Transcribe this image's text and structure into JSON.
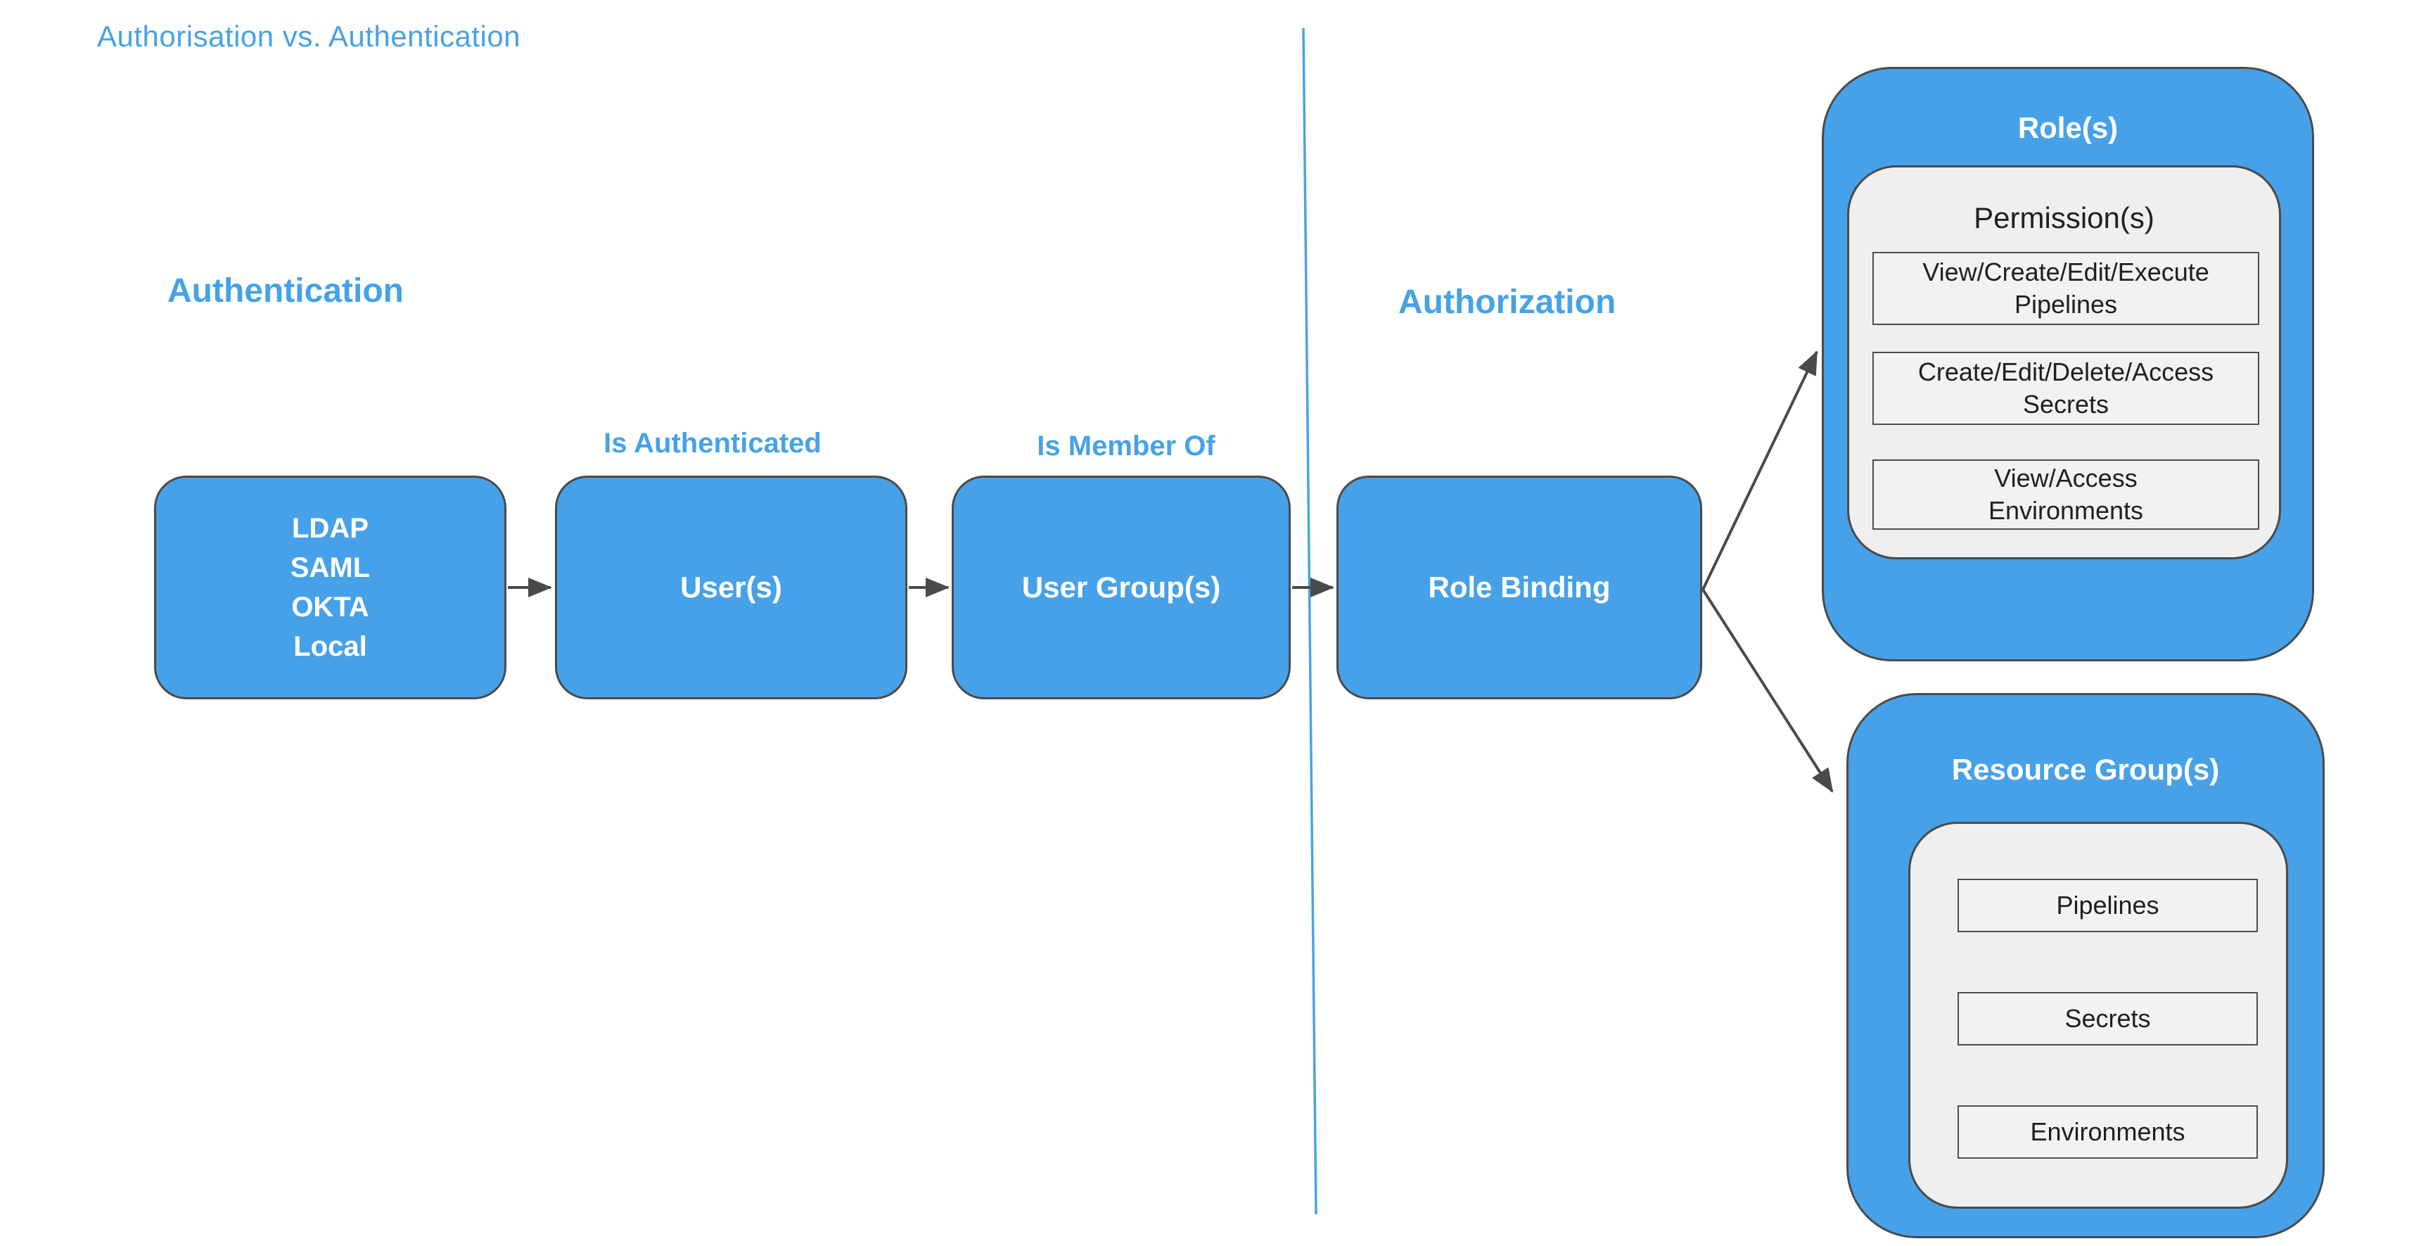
{
  "page": {
    "title": "Authorisation vs. Authentication"
  },
  "colors": {
    "accent_blue": "#47A1E8",
    "text_blue": "#46A2E8",
    "divider_blue": "#49A4DF",
    "border_dark": "#4A4A4A",
    "panel_gray": "#EFEFEF",
    "item_gray": "#F2F2F2",
    "box_text_white": "#FFFFFF",
    "text_dark": "#1F1F1F"
  },
  "authentication": {
    "heading": "Authentication",
    "provider_box": {
      "lines": [
        "LDAP",
        "SAML",
        "OKTA",
        "Local"
      ]
    },
    "users_box": {
      "label": "User(s)",
      "edge_label": "Is Authenticated"
    },
    "user_groups_box": {
      "label": "User Group(s)",
      "edge_label": "Is Member Of"
    }
  },
  "authorization": {
    "heading": "Authorization",
    "role_binding_box": {
      "label": "Role Binding"
    },
    "roles_container": {
      "title": "Role(s)",
      "permissions_title": "Permission(s)",
      "permission_items": [
        {
          "line1": "View/Create/Edit/Execute",
          "line2": "Pipelines"
        },
        {
          "line1": "Create/Edit/Delete/Access",
          "line2": "Secrets"
        },
        {
          "line1": "View/Access",
          "line2": "Environments"
        }
      ]
    },
    "resource_groups_container": {
      "title": "Resource Group(s)",
      "items": [
        "Pipelines",
        "Secrets",
        "Environments"
      ]
    }
  }
}
